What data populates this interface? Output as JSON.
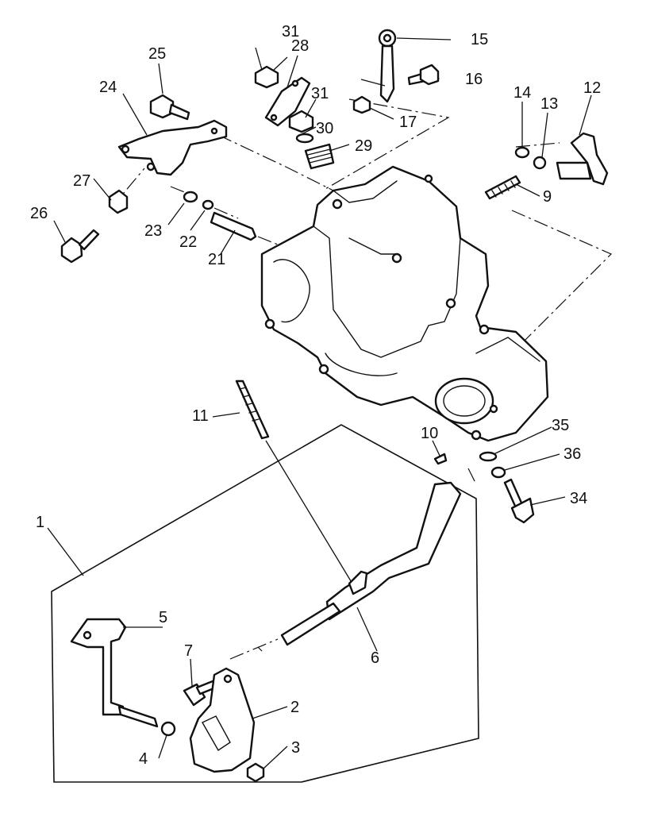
{
  "callouts": {
    "n1": "1",
    "n2": "2",
    "n3": "3",
    "n4": "4",
    "n5": "5",
    "n6": "6",
    "n7": "7",
    "n9": "9",
    "n10": "10",
    "n11": "11",
    "n12": "12",
    "n13": "13",
    "n14": "14",
    "n15": "15",
    "n16": "16",
    "n17": "17",
    "n21": "21",
    "n22": "22",
    "n23": "23",
    "n24": "24",
    "n25": "25",
    "n26": "26",
    "n27": "27",
    "n28": "28",
    "n29": "29",
    "n30": "30",
    "n31a": "31",
    "n31b": "31",
    "n34": "34",
    "n35": "35",
    "n36": "36"
  }
}
